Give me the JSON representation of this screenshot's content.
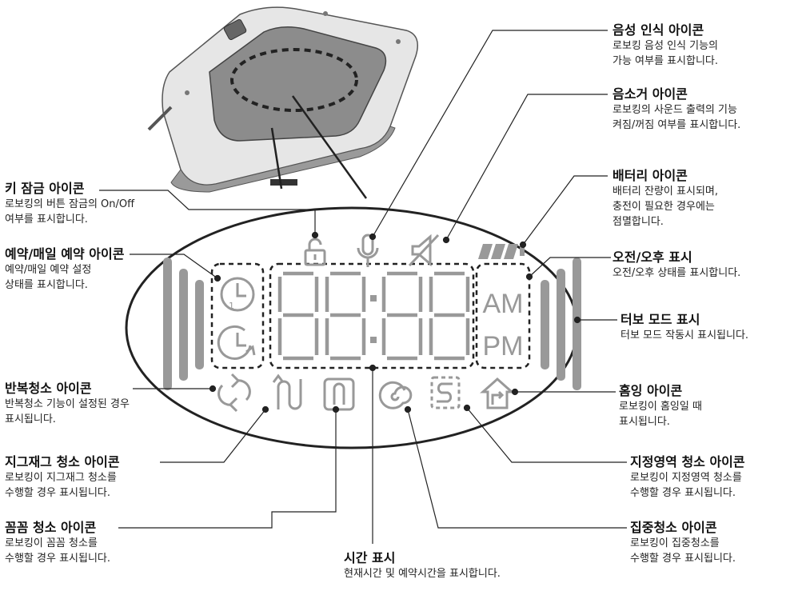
{
  "display": {
    "ampm": [
      "AM",
      "PM"
    ]
  },
  "labels": {
    "voice": {
      "title": "음성 인식 아이콘",
      "desc": [
        "로보킹 음성 인식 기능의",
        "가능 여부를 표시합니다."
      ]
    },
    "mute": {
      "title": "음소거 아이콘",
      "desc": [
        "로보킹의 사운드 출력의 기능",
        "켜짐/꺼짐 여부를 표시합니다."
      ]
    },
    "battery": {
      "title": "배터리 아이콘",
      "desc": [
        "배터리 잔량이 표시되며,",
        "충전이 필요한 경우에는",
        "점멸합니다."
      ]
    },
    "ampm": {
      "title": "오전/오후 표시",
      "desc": [
        "오전/오후 상태를 표시합니다."
      ]
    },
    "turbo": {
      "title": "터보 모드 표시",
      "desc": [
        "터보 모드 작동시 표시됩니다."
      ]
    },
    "homing": {
      "title": "홈잉 아이콘",
      "desc": [
        "로보킹이 홈잉일 때",
        "표시됩니다."
      ]
    },
    "area": {
      "title": "지정영역 청소 아이콘",
      "desc": [
        "로보킹이 지정영역 청소를",
        "수행할 경우 표시됩니다."
      ]
    },
    "focus": {
      "title": "집중청소 아이콘",
      "desc": [
        "로보킹이 집중청소를",
        "수행할 경우 표시됩니다."
      ]
    },
    "time": {
      "title": "시간 표시",
      "desc": [
        "현재시간 및 예약시간을 표시합니다."
      ]
    },
    "keylock": {
      "title": "키 잠금 아이콘",
      "desc": [
        "로보킹의 버튼 잠금의 On/Off",
        "여부를 표시합니다."
      ]
    },
    "schedule": {
      "title": "예약/매일 예약 아이콘",
      "desc": [
        "예약/매일 예약 설정",
        "상태를 표시합니다."
      ]
    },
    "repeat": {
      "title": "반복청소 아이콘",
      "desc": [
        "반복청소 기능이 설정된 경우",
        "표시됩니다."
      ]
    },
    "zigzag": {
      "title": "지그재그 청소 아이콘",
      "desc": [
        "로보킹이 지그재그 청소를",
        "수행할 경우 표시됩니다."
      ]
    },
    "spot": {
      "title": "꼼꼼 청소 아이콘",
      "desc": [
        "로보킹이 꼼꼼 청소를",
        "수행할 경우 표시됩니다."
      ]
    }
  }
}
